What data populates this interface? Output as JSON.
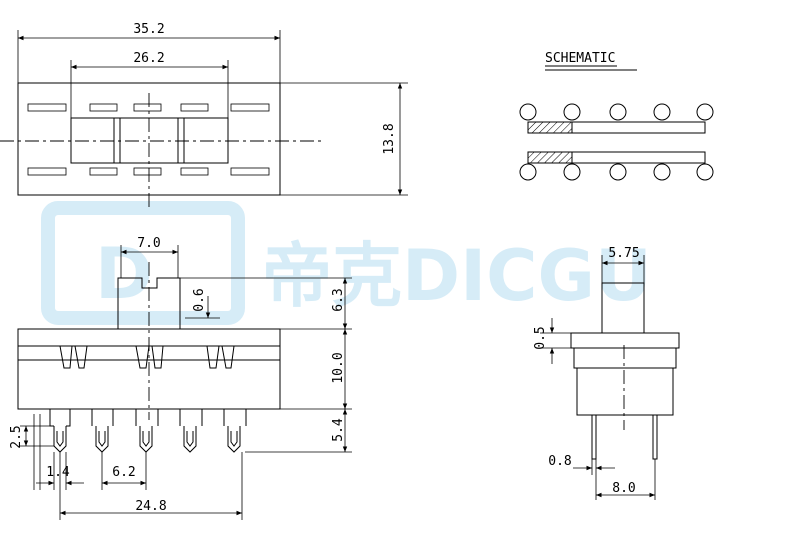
{
  "watermark": {
    "brand_mark": "D",
    "text": "帝克DICGU",
    "color": "#d6ecf7"
  },
  "schematic": {
    "title": "SCHEMATIC"
  },
  "top_view": {
    "overall_width": "35.2",
    "inner_width": "26.2",
    "height": "13.8"
  },
  "front_view": {
    "actuator_width": "7.0",
    "actuator_step": "0.6",
    "actuator_height": "6.3",
    "body_height": "10.0",
    "pin_length": "5.4",
    "pin_hole_height": "2.5",
    "pin_width": "1.4",
    "pin_pitch": "6.2",
    "pin_span": "24.8"
  },
  "side_view": {
    "actuator_width": "5.75",
    "flange": "0.5",
    "pin_thickness": "0.8",
    "pin_spacing": "8.0"
  }
}
